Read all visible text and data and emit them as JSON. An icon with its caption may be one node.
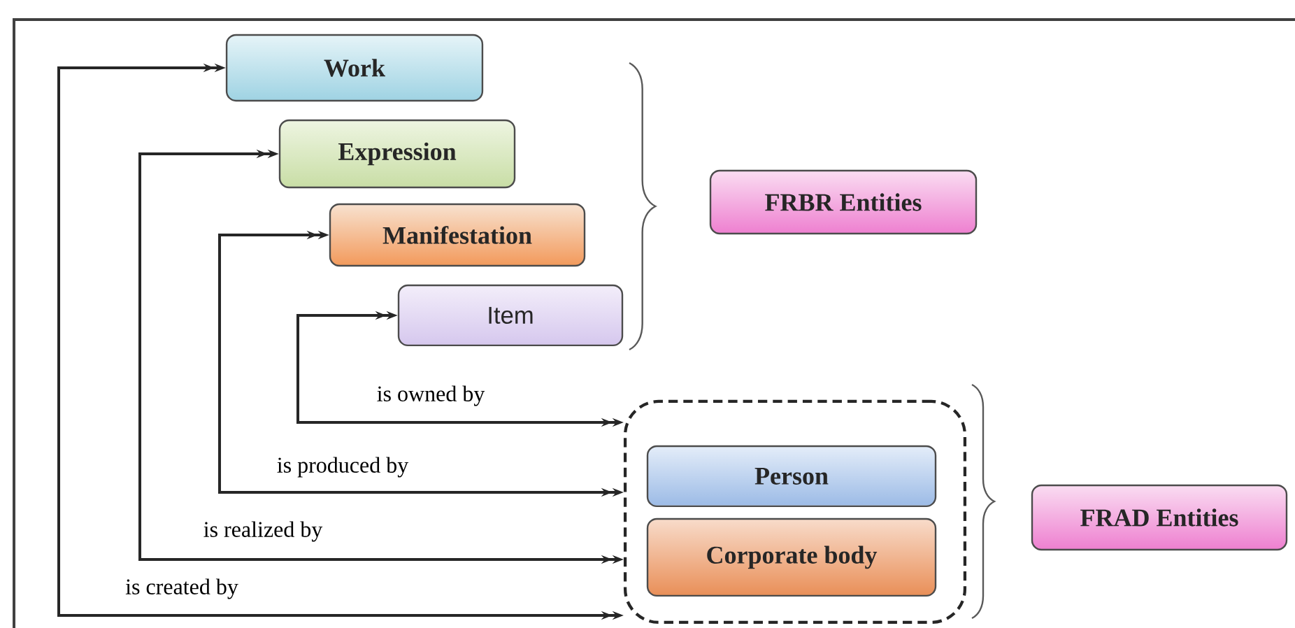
{
  "diagram": {
    "nodes": [
      {
        "text": [
          "Work"
        ]
      },
      {
        "text": [
          "Expression"
        ]
      },
      {
        "text": [
          "Manifestation"
        ]
      },
      {
        "text": [
          "Item"
        ]
      },
      {
        "text": [
          "FRBR Entities"
        ]
      },
      {
        "text": [],
        "shape": "box"
      },
      {
        "text": [
          "Person"
        ],
        "in": 5
      },
      {
        "text": [
          "Corporate body"
        ],
        "in": 5
      },
      {
        "text": [
          "FRAD Entities"
        ]
      }
    ],
    "edges": [
      {
        "from": 3,
        "to": 5,
        "arrow": "both",
        "label": "is owned by"
      },
      {
        "from": 2,
        "to": 5,
        "arrow": "both",
        "label": "is produced by"
      },
      {
        "from": 1,
        "to": 5,
        "arrow": "both",
        "label": "is realized by"
      },
      {
        "from": 0,
        "to": 5,
        "arrow": "both",
        "label": "is created by"
      }
    ]
  }
}
